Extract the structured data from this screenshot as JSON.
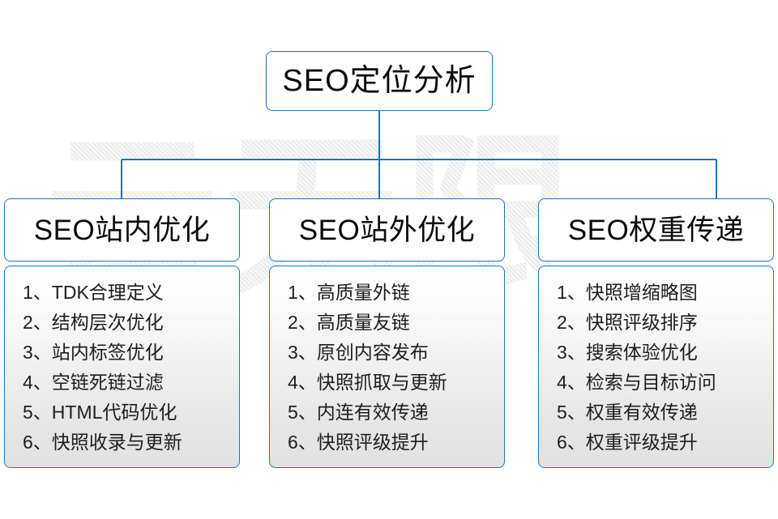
{
  "diagram": {
    "title": "SEO定位分析",
    "watermark_text": "云无限",
    "accent_color": "#1f72bd",
    "text_color": "#0a0a0a",
    "body_text_color": "#1d1d1d",
    "columns": [
      {
        "header": "SEO站内优化",
        "items": [
          {
            "num": "1、",
            "text": "TDK合理定义"
          },
          {
            "num": "2、",
            "text": "结构层次优化"
          },
          {
            "num": "3、",
            "text": "站内标签优化"
          },
          {
            "num": "4、",
            "text": "空链死链过滤"
          },
          {
            "num": "5、",
            "text": "HTML代码优化"
          },
          {
            "num": "6、",
            "text": "快照收录与更新"
          }
        ]
      },
      {
        "header": "SEO站外优化",
        "items": [
          {
            "num": "1、",
            "text": "高质量外链"
          },
          {
            "num": "2、",
            "text": "高质量友链"
          },
          {
            "num": "3、",
            "text": "原创内容发布"
          },
          {
            "num": "4、",
            "text": "快照抓取与更新"
          },
          {
            "num": "5、",
            "text": "内连有效传递"
          },
          {
            "num": "6、",
            "text": "快照评级提升"
          }
        ]
      },
      {
        "header": "SEO权重传递",
        "items": [
          {
            "num": "1、",
            "text": "快照增缩略图"
          },
          {
            "num": "2、",
            "text": "快照评级排序"
          },
          {
            "num": "3、",
            "text": "搜索体验优化"
          },
          {
            "num": "4、",
            "text": "检索与目标访问"
          },
          {
            "num": "5、",
            "text": "权重有效传递"
          },
          {
            "num": "6、",
            "text": "权重评级提升"
          }
        ]
      }
    ]
  }
}
